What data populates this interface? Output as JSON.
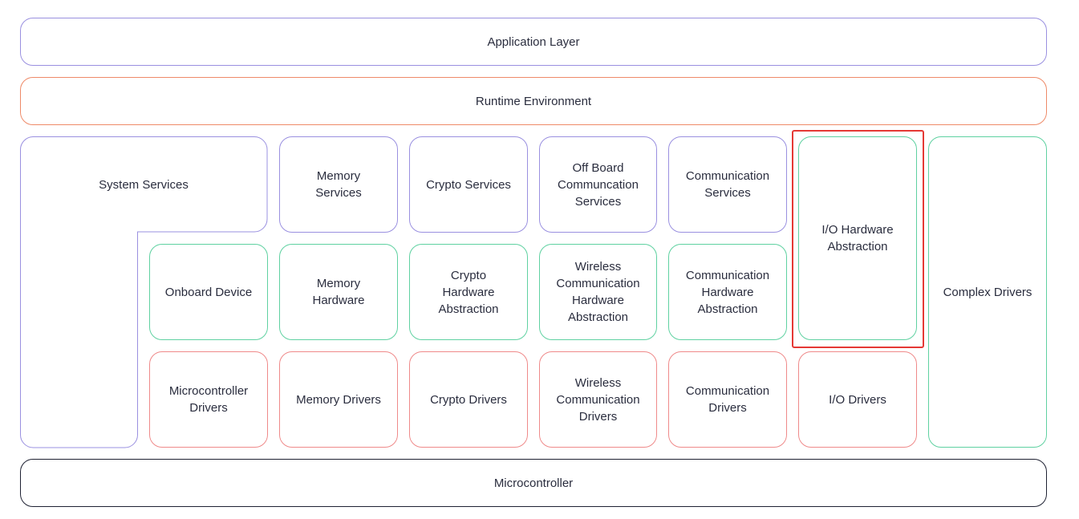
{
  "layers": {
    "application": "Application Layer",
    "runtime": "Runtime Environment",
    "microcontroller": "Microcontroller",
    "complex_drivers": "Complex Drivers"
  },
  "services": {
    "system": "System Services",
    "memory": "Memory\nServices",
    "crypto": "Crypto Services",
    "offboard": "Off Board\nCommuncation\nServices",
    "communication": "Communication\nServices"
  },
  "hardware_abstraction": {
    "onboard": "Onboard Device",
    "memory": "Memory\nHardware",
    "crypto": "Crypto\nHardware\nAbstraction",
    "wireless": "Wireless\nCommunication\nHardware\nAbstraction",
    "communication": "Communication\nHardware\nAbstraction",
    "io": "I/O Hardware\nAbstraction"
  },
  "drivers": {
    "microcontroller": "Microcontroller\nDrivers",
    "memory": "Memory Drivers",
    "crypto": "Crypto Drivers",
    "wireless": "Wireless\nCommunication\nDrivers",
    "communication": "Communication\nDrivers",
    "io": "I/O Drivers"
  },
  "colors": {
    "services_border": "#9a90e0",
    "runtime_border": "#ee8a68",
    "hardware_border": "#5fd1a1",
    "drivers_border": "#ef8a8a",
    "microcontroller_border": "#1f2233",
    "highlight": "#e53935"
  }
}
